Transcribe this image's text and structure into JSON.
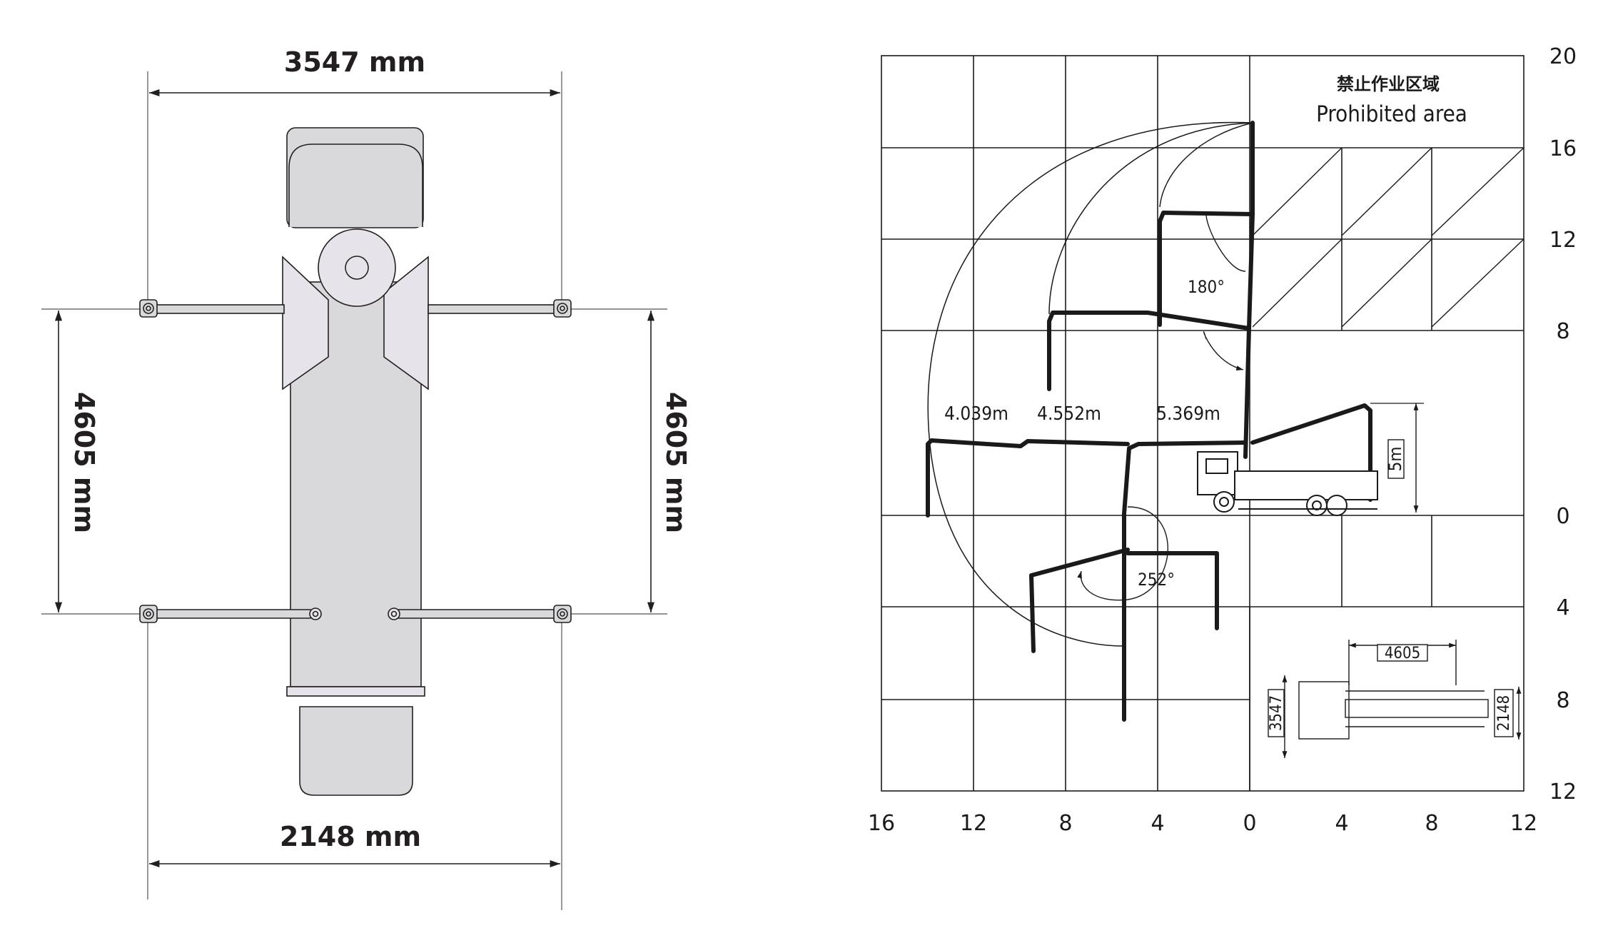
{
  "plan_view": {
    "top_width": "3547 mm",
    "bottom_width": "2148 mm",
    "left_span": "4605 mm",
    "right_span": "4605 mm"
  },
  "working_range": {
    "prohibited_cn": "禁止作业区域",
    "prohibited_en": "Prohibited area",
    "x_ticks": [
      "16",
      "12",
      "8",
      "4",
      "0",
      "4",
      "8",
      "12"
    ],
    "y_ticks": [
      "20",
      "16",
      "12",
      "8",
      "0",
      "4",
      "8",
      "12"
    ],
    "section_labels": [
      "4.039m",
      "4.552m",
      "5.369m"
    ],
    "angle_top": "180°",
    "angle_bottom": "252°",
    "height_label": "5m"
  },
  "inset": {
    "span": "4605",
    "width_left": "3547",
    "width_right": "2148"
  },
  "colors": {
    "line": "#231f20",
    "fill": "#d9d9db",
    "fill_light": "#e6e4ea",
    "grid": "#1a1a1a"
  }
}
